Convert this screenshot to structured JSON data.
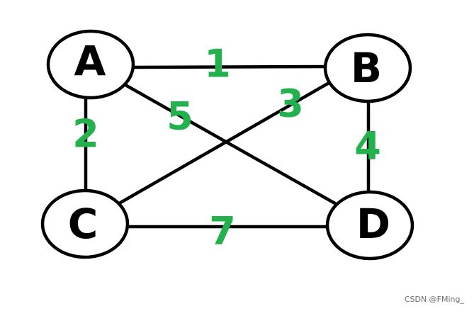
{
  "graph": {
    "nodes": [
      {
        "id": "A",
        "label": "A"
      },
      {
        "id": "B",
        "label": "B"
      },
      {
        "id": "C",
        "label": "C"
      },
      {
        "id": "D",
        "label": "D"
      }
    ],
    "edges": [
      {
        "from": "A",
        "to": "B",
        "weight": "1"
      },
      {
        "from": "A",
        "to": "C",
        "weight": "2"
      },
      {
        "from": "B",
        "to": "C",
        "weight": "3"
      },
      {
        "from": "B",
        "to": "D",
        "weight": "4"
      },
      {
        "from": "A",
        "to": "D",
        "weight": "5"
      },
      {
        "from": "C",
        "to": "D",
        "weight": "7"
      }
    ],
    "weight_color": "#22b14c",
    "stroke_color": "#000000"
  },
  "watermark": "CSDN @FMing_"
}
